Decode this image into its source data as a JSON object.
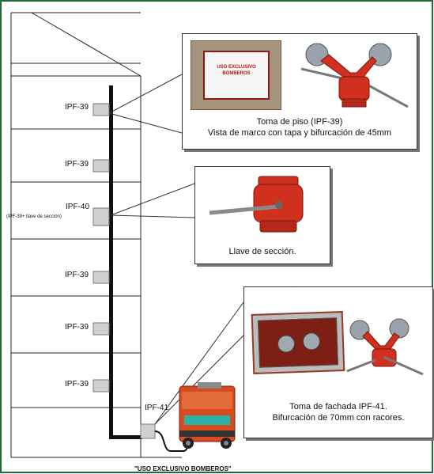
{
  "floor_labels": {
    "f1": "IPF-39",
    "f2": "IPF-39",
    "f3_main": "IPF-40",
    "f3_sub": "(IPF-39+ llave de sección)",
    "f4": "IPF-39",
    "f5": "IPF-39",
    "f6": "IPF-39",
    "facade": "IPF-41"
  },
  "callouts": {
    "top": {
      "sign_line1": "USO EXCLUSIVO",
      "sign_line2": "BOMBEROS",
      "caption_line1": "Toma de piso (IPF-39)",
      "caption_line2": "Vista de marco con tapa y bifurcación de 45mm"
    },
    "middle": {
      "caption": "Llave de sección."
    },
    "bottom": {
      "caption_line1": "Toma de fachada IPF-41.",
      "caption_line2": "Bifurcación de 70mm con racores."
    }
  },
  "footer_sign": "\"USO EXCLUSIVO BOMBEROS\"",
  "colors": {
    "frame_green": "#1f6b3a",
    "valve_red": "#d2301f",
    "truck_red": "#d84a1f",
    "building_line": "#222222",
    "box_gray": "#cfcfcf"
  }
}
